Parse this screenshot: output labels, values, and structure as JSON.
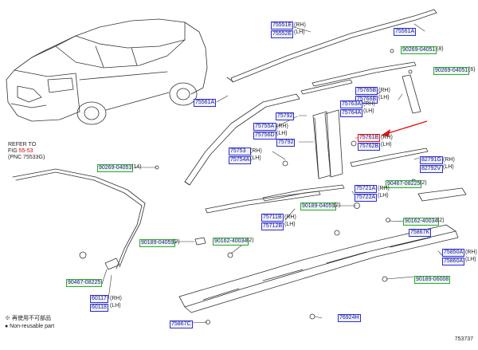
{
  "labels": {
    "p75551": {
      "main": "75551E",
      "sub": "75552E",
      "side": [
        "(RH)",
        "(LH)"
      ]
    },
    "p75561A": "75561A",
    "p75561A_car": "75561A",
    "p90269_top": "90269-04051",
    "p90269_top_qty": "(8)",
    "p90269_right": "90269-04051",
    "p90269_right_qty": "(6)",
    "p75765": {
      "main": "75765B",
      "sub": "75766B",
      "side": [
        "(RH)",
        "(LH)"
      ]
    },
    "p75763": {
      "main": "75763A",
      "sub": "75764A",
      "side": [
        "(RH)",
        "(LH)"
      ]
    },
    "p75755": {
      "main": "75755A",
      "sub": "75756D",
      "side": [
        "(RH)",
        "(LH)"
      ]
    },
    "p75792_top": "75792",
    "p75792_mid": "75792",
    "p75761": {
      "main": "75761B",
      "sub": "75762B",
      "side": [
        "(RH)",
        "(LH)"
      ]
    },
    "p75753": {
      "main": "75753",
      "sub": "75754A",
      "side": [
        "(RH)",
        "(LH)"
      ]
    },
    "p82791": {
      "main": "82791G",
      "sub": "82792V",
      "side": [
        "(RH)",
        "(LH)"
      ]
    },
    "p90269_left": "90269-04051",
    "p90269_left_qty": "(14)",
    "p90467_right": "90467-08225",
    "p90467_right_qty": "(2)",
    "p75721": {
      "main": "75721A",
      "sub": "75722A",
      "side": [
        "(RH)",
        "(LH)"
      ]
    },
    "p90189_mid": "90189-04059",
    "p90189_mid_qty": "(2)",
    "p75711": {
      "main": "75711B",
      "sub": "75712B",
      "side": [
        "(RH)",
        "(LH)"
      ]
    },
    "p90162_right": "90162-40034",
    "p90162_right_qty": "(2)",
    "p75867K": "75867K",
    "p90189_left": "90189-04059",
    "p90189_left_qty": "(2)",
    "p90162_mid": "90162-40034",
    "p90162_mid_qty": "(2)",
    "p75850": {
      "main": "75850A",
      "sub": "75860A",
      "side": [
        "(RH)",
        "(LH)"
      ]
    },
    "p90467_left": "90467-08225",
    "p90189_bottom": "90189-06008",
    "p60117": {
      "main": "60117",
      "sub": "60118",
      "side": [
        "(RH)",
        "(LH)"
      ]
    },
    "p75867C": "75867C",
    "p76924H": "76924H"
  },
  "ref_note": {
    "line1": "REFER TO",
    "line2_prefix": "FIG ",
    "line2_link": "55-53",
    "line3": "(PNC 75533G)"
  },
  "legend": {
    "jp": "※ 再使用不可部品",
    "en": "● Non-reusable part"
  },
  "figure_id": "753737",
  "colors": {
    "label_border": "#2d2dd6",
    "highlight": "#e01414",
    "ref_box": "#2fa82f",
    "line": "#333333"
  }
}
